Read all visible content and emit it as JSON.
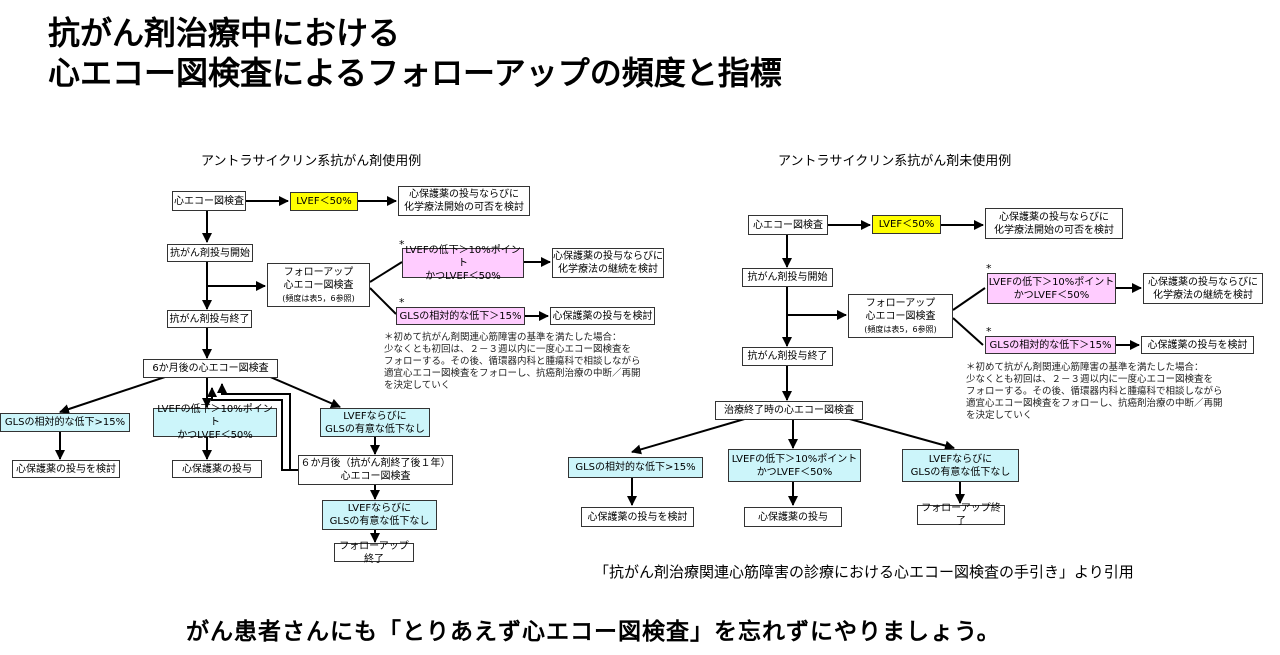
{
  "title": {
    "line1": "抗がん剤治療中における",
    "line2": "心エコー図検査によるフォローアップの頻度と指標"
  },
  "left": {
    "caption": "アントラサイクリン系抗がん剤使用例",
    "echo": "心エコー図検査",
    "lvef": "LVEF＜50%",
    "consider_start": "心保護薬の投与ならびに\n化学療法開始の可否を検討",
    "start": "抗がん剤投与開始",
    "follow_echo": "フォローアップ\n心エコー図検査",
    "follow_freq": "(頻度は表5，6参照)",
    "lvef_drop": "LVEFの低下＞10%ポイント\nかつLVEF＜50%",
    "continue_consider": "心保護薬の投与ならびに\n化学療法の継続を検討",
    "gls_drop": "GLSの相対的な低下＞15%",
    "consider_cardio": "心保護薬の投与を検討",
    "star": "*",
    "note": "＊初めて抗がん剤関連心筋障害の基準を満たした場合：\n少なくとも初回は、２－３週以内に一度心エコー図検査を\nフォローする。その後、循環器内科と腫瘍科で相談しながら\n適宜心エコー図検査をフォローし、抗癌剤治療の中断／再開\nを決定していく",
    "end": "抗がん剤投与終了",
    "six_month": "6か月後の心エコー図検査",
    "gls_result": "GLSの相対的な低下>15%",
    "lvef_result": "LVEFの低下＞10%ポイント\nかつLVEF＜50%",
    "no_drop": "LVEFならびに\nGLSの有意な低下なし",
    "cardio_consider": "心保護薬の投与を検討",
    "cardio_give": "心保護薬の投与",
    "six_month_after": "６か月後（抗がん剤終了後１年）\n心エコー図検査",
    "no_drop2": "LVEFならびに\nGLSの有意な低下なし",
    "follow_end": "フォローアップ終了"
  },
  "right": {
    "caption": "アントラサイクリン系抗がん剤未使用例",
    "echo": "心エコー図検査",
    "lvef": "LVEF＜50%",
    "consider_start": "心保護薬の投与ならびに\n化学療法開始の可否を検討",
    "start": "抗がん剤投与開始",
    "follow_echo": "フォローアップ\n心エコー図検査",
    "follow_freq": "(頻度は表5，6参照)",
    "lvef_drop": "LVEFの低下＞10%ポイント\nかつLVEF＜50%",
    "continue_consider": "心保護薬の投与ならびに\n化学療法の継続を検討",
    "gls_drop": "GLSの相対的な低下＞15%",
    "consider_cardio": "心保護薬の投与を検討",
    "star": "*",
    "note": "＊初めて抗がん剤関連心筋障害の基準を満たした場合：\n少なくとも初回は、２－３週以内に一度心エコー図検査を\nフォローする。その後、循環器内科と腫瘍科で相談しながら\n適宜心エコー図検査をフォローし、抗癌剤治療の中断／再開\nを決定していく",
    "end": "抗がん剤投与終了",
    "end_echo": "治療終了時の心エコー図検査",
    "gls_result": "GLSの相対的な低下>15%",
    "lvef_result": "LVEFの低下＞10%ポイント\nかつLVEF＜50%",
    "no_drop": "LVEFならびに\nGLSの有意な低下なし",
    "cardio_consider": "心保護薬の投与を検討",
    "cardio_give": "心保護薬の投与",
    "follow_end": "フォローアップ終了"
  },
  "source": "「抗がん剤治療関連心筋障害の診療における心エコー図検査の手引き」より引用",
  "bottom": "がん患者さんにも「とりあえず心エコー図検査」を忘れずにやりましょう。",
  "colors": {
    "yellow": "#ffff00",
    "pink": "#ffccff",
    "cyan": "#ccf5fa"
  }
}
